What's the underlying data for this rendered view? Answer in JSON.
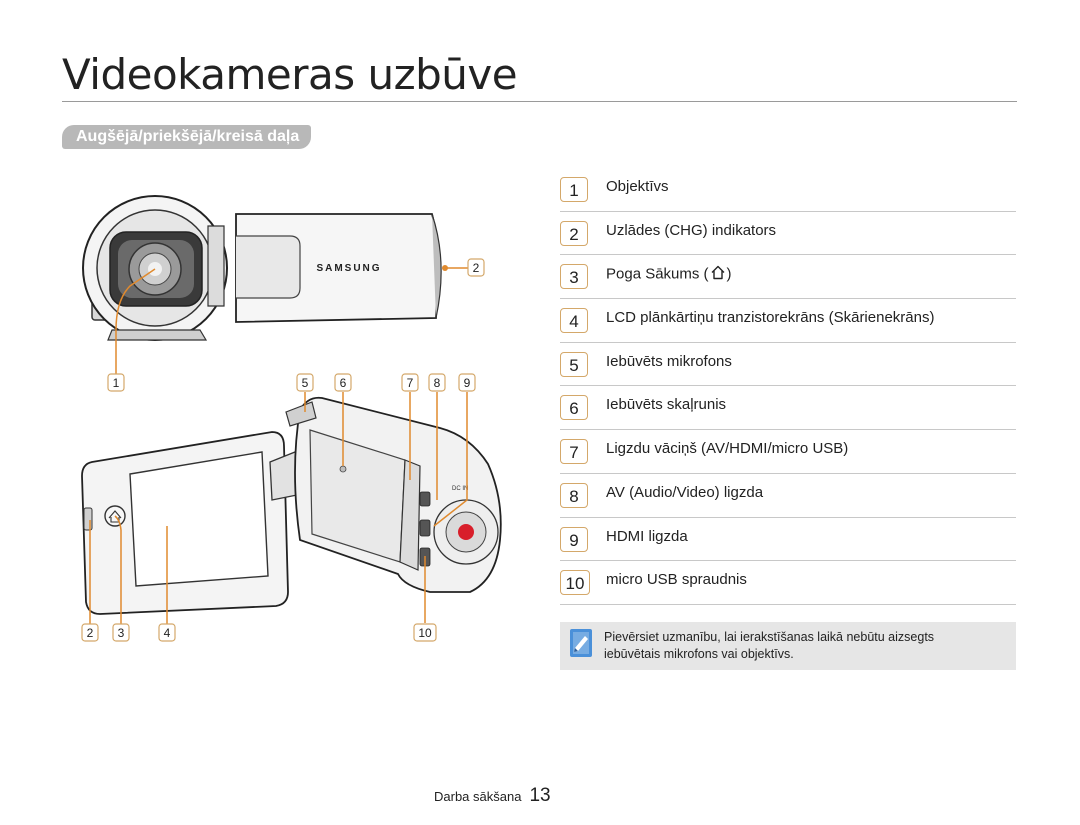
{
  "page": {
    "title": "Videokameras uzbūve",
    "section_title": "Augšējā/priekšējā/kreisā daļa"
  },
  "figure": {
    "brand": "SAMSUNG",
    "callouts": [
      "1",
      "2",
      "2",
      "3",
      "4",
      "5",
      "6",
      "7",
      "8",
      "9",
      "10"
    ],
    "port_text": "DC IN"
  },
  "parts": [
    {
      "num": "1",
      "label": "Objektīvs"
    },
    {
      "num": "2",
      "label": "Uzlādes (CHG) indikators"
    },
    {
      "num": "3",
      "label": "Poga Sākums (",
      "label_after": ")",
      "icon": "home-icon"
    },
    {
      "num": "4",
      "label": "LCD plānkārtiņu tranzistorekrāns (Skārienekrāns)"
    },
    {
      "num": "5",
      "label": "Iebūvēts mikrofons"
    },
    {
      "num": "6",
      "label": "Iebūvēts skaļrunis"
    },
    {
      "num": "7",
      "label": "Ligzdu vāciņš (AV/HDMI/micro USB)"
    },
    {
      "num": "8",
      "label": "AV (Audio/Video) ligzda"
    },
    {
      "num": "9",
      "label": "HDMI ligzda"
    },
    {
      "num": "10",
      "label": "micro USB spraudnis"
    }
  ],
  "note": {
    "icon": "note-pencil-icon",
    "text_line1": "Pievērsiet uzmanību, lai ierakstīšanas laikā nebūtu aizsegts",
    "text_line2": "iebūvētais mikrofons vai objektīvs."
  },
  "footer": {
    "label": "Darba sākšana",
    "page_number": "13"
  },
  "colors": {
    "callout_line": "#e08a2e",
    "callout_box_border": "#d4a86a",
    "section_bg": "#b8b8b8",
    "record_button": "#d81e2a",
    "note_bg": "#e6e6e6",
    "note_icon": "#4a90d9"
  }
}
